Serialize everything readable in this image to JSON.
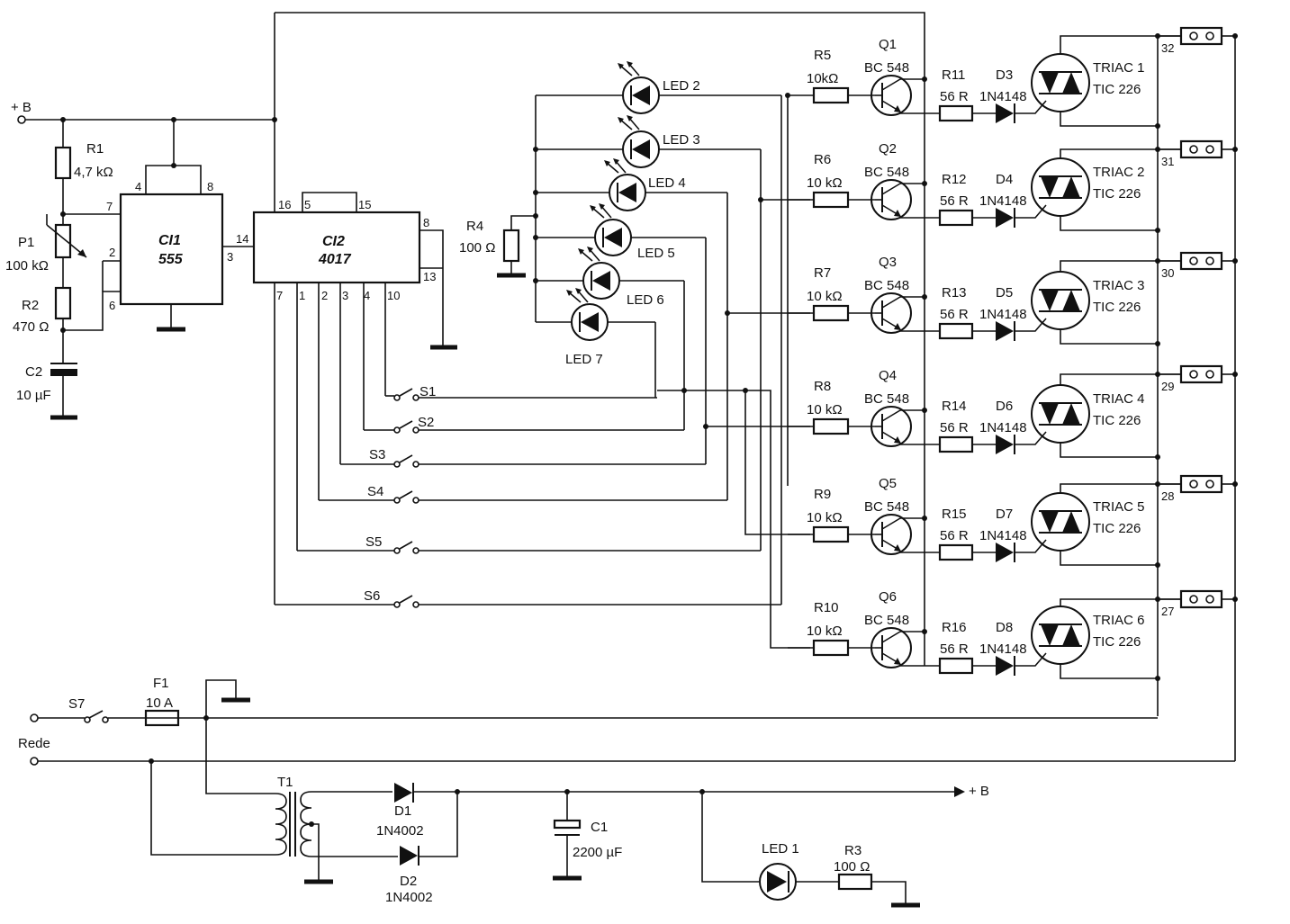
{
  "supply_plus": "+ B",
  "supply_out": "+ B",
  "mains_label": "Rede",
  "ic1": {
    "name": "CI1",
    "part": "555",
    "pins": [
      "4",
      "8",
      "7",
      "2",
      "6",
      "3"
    ]
  },
  "ic2": {
    "name": "CI2",
    "part": "4017",
    "pins": [
      "16",
      "5",
      "15",
      "8",
      "13",
      "14",
      "7",
      "1",
      "2",
      "3",
      "4",
      "10"
    ]
  },
  "r1": {
    "name": "R1",
    "value": "4,7 kΩ"
  },
  "p1": {
    "name": "P1",
    "value": "100 kΩ"
  },
  "r2": {
    "name": "R2",
    "value": "470 Ω"
  },
  "c2": {
    "name": "C2",
    "value": "10 µF"
  },
  "r4": {
    "name": "R4",
    "value": "100 Ω"
  },
  "leds": [
    "LED 2",
    "LED 3",
    "LED 4",
    "LED 5",
    "LED 6",
    "LED 7"
  ],
  "switches": [
    "S1",
    "S2",
    "S3",
    "S4",
    "S5",
    "S6"
  ],
  "channels": [
    {
      "r_base": "R5",
      "r_base_val": "10kΩ",
      "q": "Q1",
      "q_part": "BC 548",
      "r_gate": "R11",
      "r_gate_val": "56 R",
      "d": "D3",
      "d_part": "1N4148",
      "triac": "TRIAC 1",
      "triac_part": "TIC 226",
      "terminal": "32"
    },
    {
      "r_base": "R6",
      "r_base_val": "10 kΩ",
      "q": "Q2",
      "q_part": "BC 548",
      "r_gate": "R12",
      "r_gate_val": "56 R",
      "d": "D4",
      "d_part": "1N4148",
      "triac": "TRIAC 2",
      "triac_part": "TIC 226",
      "terminal": "31"
    },
    {
      "r_base": "R7",
      "r_base_val": "10 kΩ",
      "q": "Q3",
      "q_part": "BC 548",
      "r_gate": "R13",
      "r_gate_val": "56 R",
      "d": "D5",
      "d_part": "1N4148",
      "triac": "TRIAC 3",
      "triac_part": "TIC 226",
      "terminal": "30"
    },
    {
      "r_base": "R8",
      "r_base_val": "10 kΩ",
      "q": "Q4",
      "q_part": "BC 548",
      "r_gate": "R14",
      "r_gate_val": "56 R",
      "d": "D6",
      "d_part": "1N4148",
      "triac": "TRIAC 4",
      "triac_part": "TIC 226",
      "terminal": "29"
    },
    {
      "r_base": "R9",
      "r_base_val": "10 kΩ",
      "q": "Q5",
      "q_part": "BC 548",
      "r_gate": "R15",
      "r_gate_val": "56 R",
      "d": "D7",
      "d_part": "1N4148",
      "triac": "TRIAC 5",
      "triac_part": "TIC 226",
      "terminal": "28"
    },
    {
      "r_base": "R10",
      "r_base_val": "10 kΩ",
      "q": "Q6",
      "q_part": "BC 548",
      "r_gate": "R16",
      "r_gate_val": "56 R",
      "d": "D8",
      "d_part": "1N4148",
      "triac": "TRIAC 6",
      "triac_part": "TIC 226",
      "terminal": "27"
    }
  ],
  "s7": "S7",
  "f1": {
    "name": "F1",
    "value": "10 A"
  },
  "t1": "T1",
  "d1": {
    "name": "D1",
    "part": "1N4002"
  },
  "d2": {
    "name": "D2",
    "part": "1N4002"
  },
  "c1": {
    "name": "C1",
    "value": "2200 µF"
  },
  "led1": "LED 1",
  "r3": {
    "name": "R3",
    "value": "100 Ω"
  }
}
